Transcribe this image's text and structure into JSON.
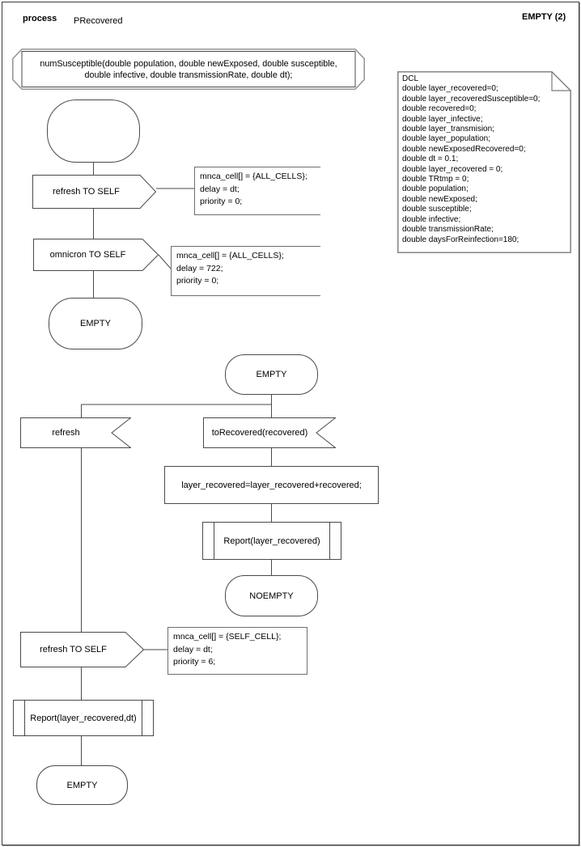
{
  "header": {
    "kind_label": "process",
    "process_name": "PRecovered",
    "page_label": "EMPTY (2)"
  },
  "signature": {
    "text": "numSusceptible(double population, double newExposed, double susceptible, double infective, double transmissionRate, double dt);"
  },
  "declarations": {
    "lines": [
      "DCL",
      "double layer_recovered=0;",
      "double layer_recoveredSusceptible=0;",
      "double recovered=0;",
      "double layer_infective;",
      "double layer_transmision;",
      "double layer_population;",
      "double newExposedRecovered=0;",
      "double dt = 0.1;",
      "double layer_recovered = 0;",
      "double TRtmp = 0;",
      "double population;",
      "double newExposed;",
      "double susceptible;",
      "double infective;",
      "double transmissionRate;",
      "double daysForReinfection=180;"
    ]
  },
  "flow_top": {
    "send_refresh_label": "refresh TO SELF",
    "send_refresh_params": [
      "mnca_cell[] = {ALL_CELLS};",
      "delay = dt;",
      "priority = 0;"
    ],
    "send_omnicron_label": "omnicron TO SELF",
    "send_omnicron_params": [
      "mnca_cell[] = {ALL_CELLS};",
      "delay = 722;",
      "priority = 0;"
    ],
    "end_state_label": "EMPTY"
  },
  "flow_main": {
    "start_state_label": "EMPTY",
    "input_refresh_label": "refresh",
    "input_torecovered_label": "toRecovered(recovered)",
    "task_label": "layer_recovered=layer_recovered+recovered;",
    "procedure_label": "Report(layer_recovered)",
    "end_state_label": "NOEMPTY"
  },
  "flow_left": {
    "send_refresh_label": "refresh TO SELF",
    "send_refresh_params": [
      "mnca_cell[] = {SELF_CELL};",
      "delay = dt;",
      "priority = 6;"
    ],
    "procedure_label": "Report(layer_recovered,dt)",
    "end_state_label": "EMPTY"
  },
  "colors": {
    "shape_stroke": "#4a4a4a",
    "note_stroke": "#7a7a7a",
    "background": "#ffffff"
  }
}
